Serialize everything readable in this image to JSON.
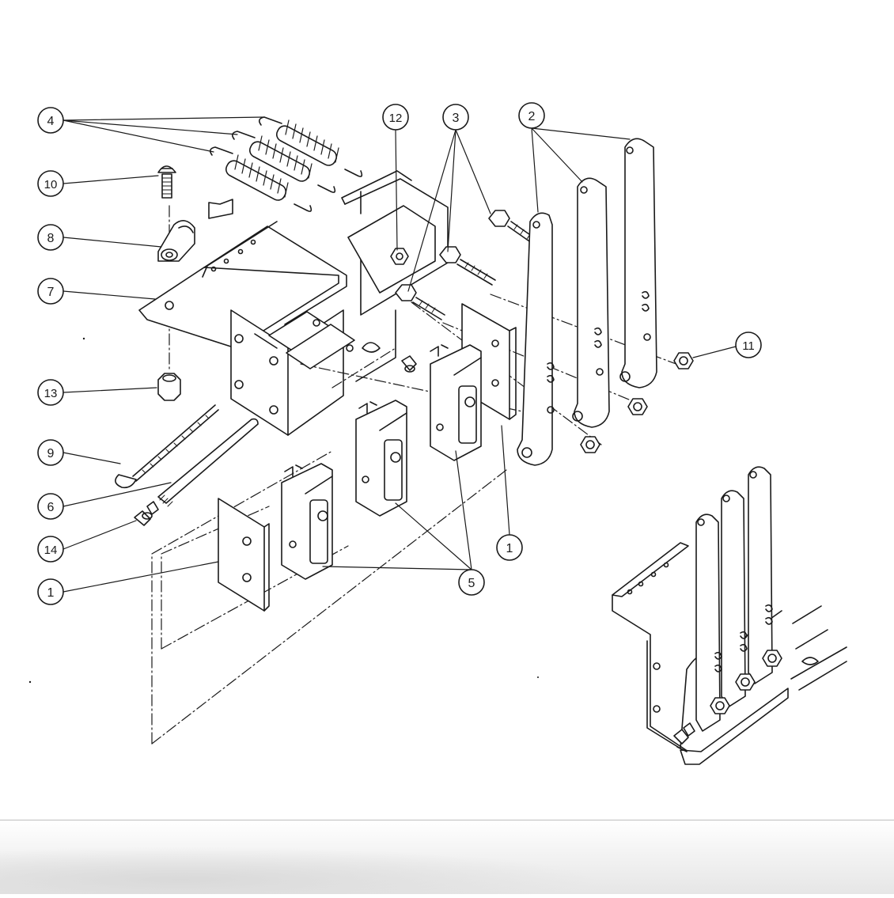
{
  "diagram": {
    "callouts": [
      {
        "id": "c4",
        "label": "4"
      },
      {
        "id": "c10",
        "label": "10"
      },
      {
        "id": "c8",
        "label": "8"
      },
      {
        "id": "c7",
        "label": "7"
      },
      {
        "id": "c13",
        "label": "13"
      },
      {
        "id": "c9",
        "label": "9"
      },
      {
        "id": "c6",
        "label": "6"
      },
      {
        "id": "c14",
        "label": "14"
      },
      {
        "id": "c1a",
        "label": "1"
      },
      {
        "id": "c12",
        "label": "12"
      },
      {
        "id": "c3",
        "label": "3"
      },
      {
        "id": "c2",
        "label": "2"
      },
      {
        "id": "c11",
        "label": "11"
      },
      {
        "id": "c1b",
        "label": "1"
      },
      {
        "id": "c5",
        "label": "5"
      }
    ],
    "colors": {
      "ink": "#1a1a1a",
      "paper": "#ffffff",
      "frame": "#bdbdbd"
    }
  }
}
